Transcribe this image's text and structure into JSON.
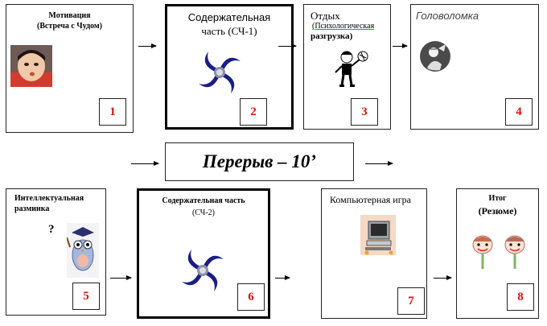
{
  "stages": [
    {
      "num": "1",
      "title": "Мотивация",
      "subtitle": "(Встреча с Чудом)",
      "image": "child-photo"
    },
    {
      "num": "2",
      "title": "Содержательная",
      "subtitle": "часть (СЧ-1)",
      "image": "spiral-logo-icon"
    },
    {
      "num": "3",
      "title": "Отдых",
      "subtitle": "(Психологическая",
      "subtitle2": "разгрузка)",
      "image": "cartoon-boy-ball"
    },
    {
      "num": "4",
      "title": "Головоломка",
      "image": "puzzle-man-icon"
    },
    {
      "num": "5",
      "title": "Интеллектуальная",
      "subtitle": "разминка",
      "mark": "?",
      "image": "owl-teacher-icon"
    },
    {
      "num": "6",
      "title": "Содержательная часть",
      "subtitle": "(СЧ-2)",
      "image": "spiral-logo-icon"
    },
    {
      "num": "7",
      "title": "Компьютерная игра",
      "image": "computer-icon"
    },
    {
      "num": "8",
      "title": "Итог",
      "subtitle": "(Резюме)",
      "image": "smiley-faces-icon"
    }
  ],
  "break": {
    "label": "Перерыв – 10’"
  },
  "colors": {
    "number": "#e01010",
    "spiral": "#1b1d86"
  }
}
